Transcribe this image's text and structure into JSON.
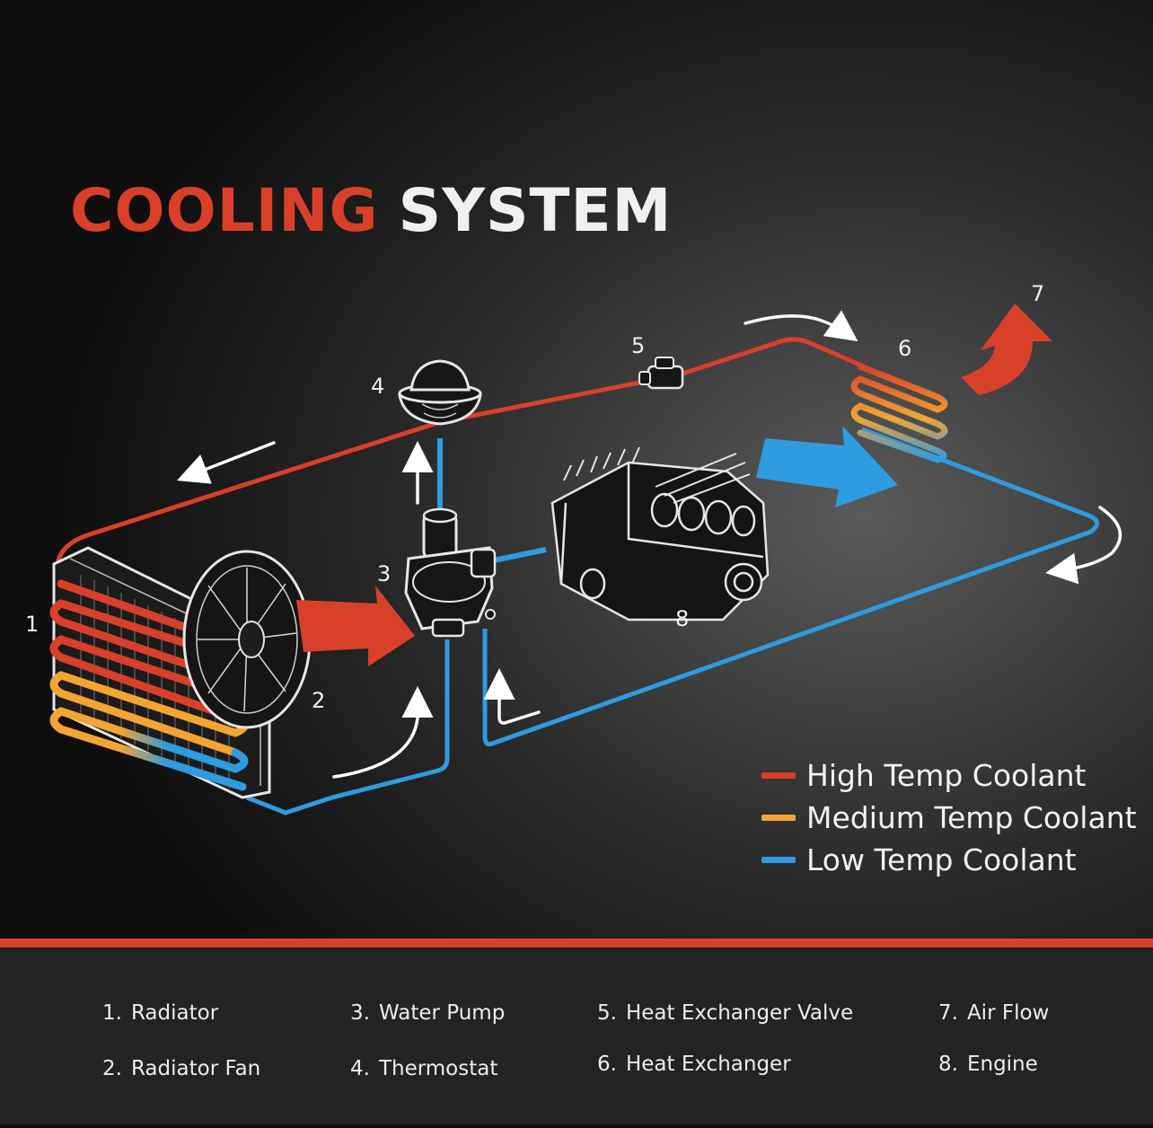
{
  "title": {
    "word1": "COOLING",
    "word2": "SYSTEM"
  },
  "colors": {
    "high": "#d8402a",
    "medium": "#f2a533",
    "low": "#2f9be0",
    "background": "#0f0f0f",
    "footer": "#232323",
    "text": "#f0f0f0"
  },
  "callouts": {
    "c1": "1",
    "c2": "2",
    "c3": "3",
    "c4": "4",
    "c5": "5",
    "c6": "6",
    "c7": "7",
    "c8": "8"
  },
  "legend": [
    {
      "label": "High Temp Coolant",
      "color": "#d8402a"
    },
    {
      "label": "Medium Temp Coolant",
      "color": "#f2a533"
    },
    {
      "label": "Low Temp Coolant",
      "color": "#2f9be0"
    }
  ],
  "key": [
    {
      "num": "1.",
      "label": "Radiator"
    },
    {
      "num": "2.",
      "label": "Radiator Fan"
    },
    {
      "num": "3.",
      "label": "Water Pump"
    },
    {
      "num": "4.",
      "label": "Thermostat"
    },
    {
      "num": "5.",
      "label": "Heat Exchanger Valve"
    },
    {
      "num": "6.",
      "label": "Heat Exchanger"
    },
    {
      "num": "7.",
      "label": "Air Flow"
    },
    {
      "num": "8.",
      "label": "Engine"
    }
  ]
}
